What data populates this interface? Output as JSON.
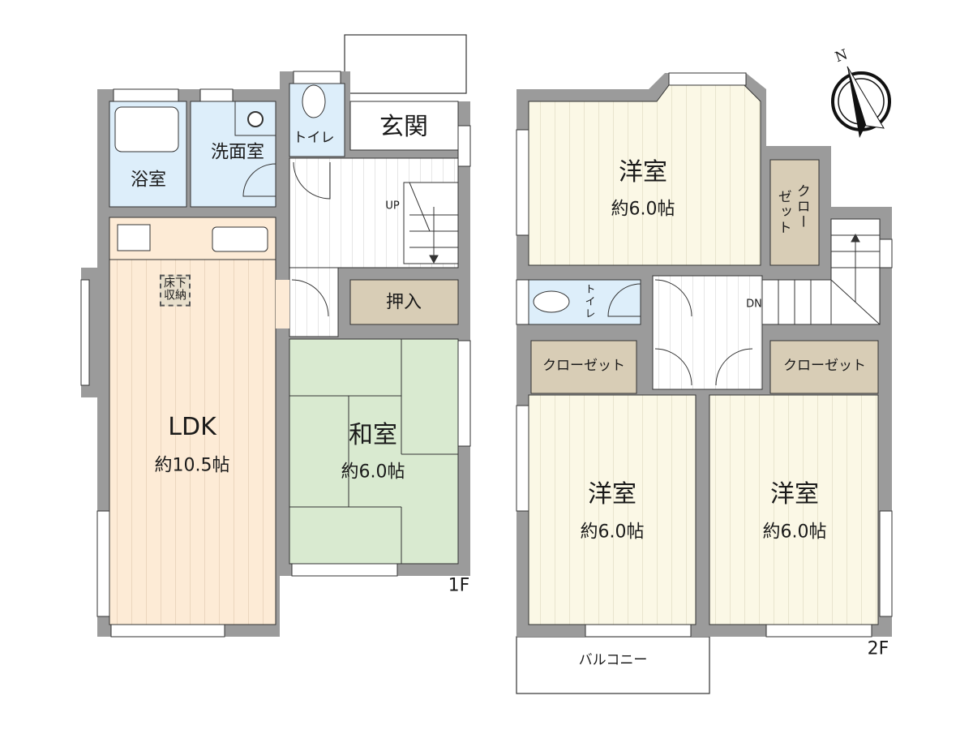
{
  "floor1": {
    "floor_label": "1F",
    "rooms": {
      "bath": "浴室",
      "washroom": "洗面室",
      "toilet": "トイレ",
      "entrance": "玄関",
      "stairs_label": "UP",
      "closet": "押入",
      "ldk_name": "LDK",
      "ldk_area": "約10.5帖",
      "underfloor_line1": "床下",
      "underfloor_line2": "収納",
      "washitsu_name": "和室",
      "washitsu_area": "約6.0帖"
    }
  },
  "floor2": {
    "floor_label": "2F",
    "rooms": {
      "western_top_name": "洋室",
      "western_top_area": "約6.0帖",
      "closet_vertical_col1": "クロー",
      "closet_vertical_col2": "ゼット",
      "toilet": "トイレ",
      "stairs_label": "DN",
      "closet_left": "クローゼット",
      "closet_right": "クローゼット",
      "western_left_name": "洋室",
      "western_left_area": "約6.0帖",
      "western_right_name": "洋室",
      "western_right_area": "約6.0帖",
      "balcony": "バルコニー"
    }
  },
  "compass": {
    "label": "N"
  },
  "colors": {
    "wall": "#9b9b9b",
    "wet": "#ddeefa",
    "ldk": "#fdebd6",
    "washitsu": "#d9ead0",
    "storage": "#d8cdb6",
    "western": "#fbf8e6"
  }
}
